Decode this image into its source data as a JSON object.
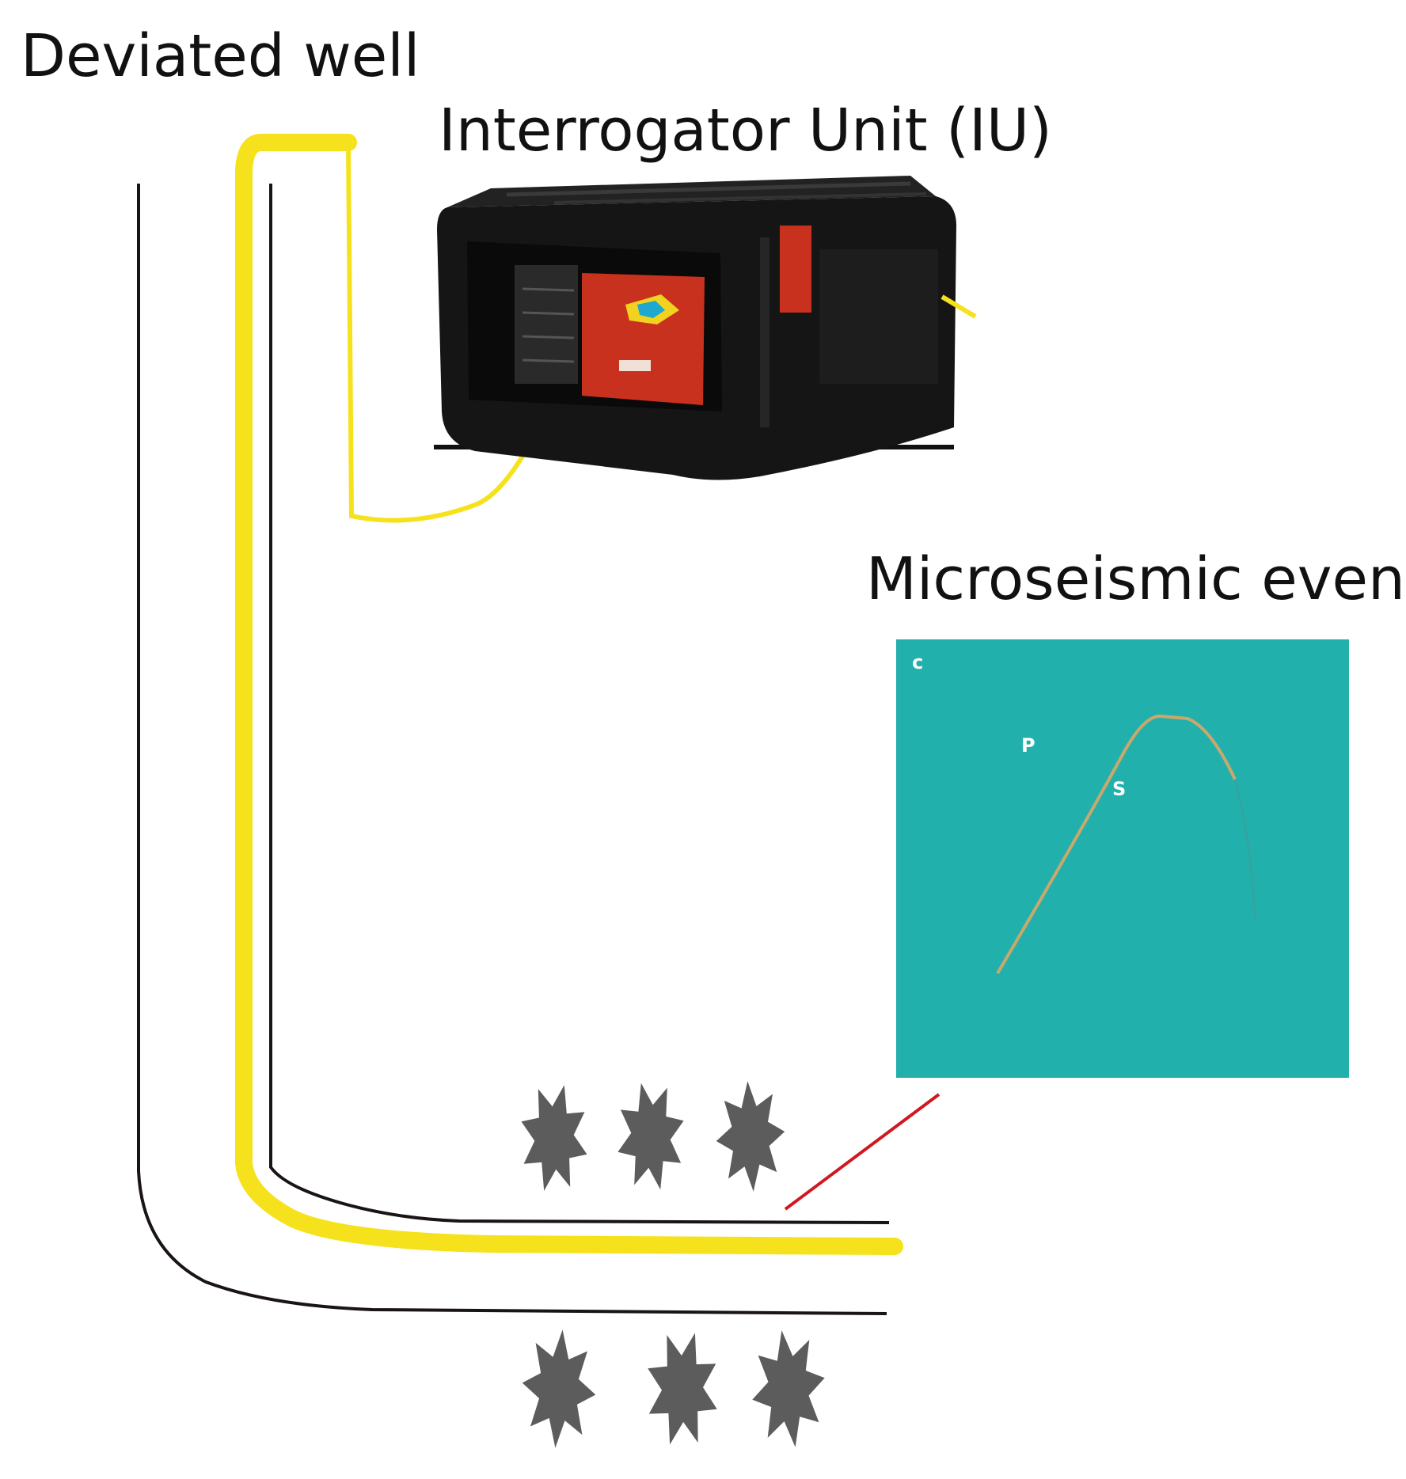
{
  "labels": {
    "well": "Deviated well",
    "interrogator": "Interrogator Unit (IU)",
    "microseismic": "Microseismic event"
  },
  "panel_glyphs": [
    "c",
    "P",
    "S"
  ],
  "colors": {
    "fiber": "#f6e21c",
    "well_line": "#1a1414",
    "panel_bg": "#22b0ad",
    "event_curve": "#c9a86b",
    "leader": "#d01820",
    "burst": "#5c5c5c",
    "iu_body": "#151515",
    "iu_red": "#c8311e"
  },
  "icons": {
    "interrogator": "interrogator-unit-icon",
    "burst": "fracture-burst-icon"
  },
  "bursts_above": 3,
  "bursts_below": 3
}
